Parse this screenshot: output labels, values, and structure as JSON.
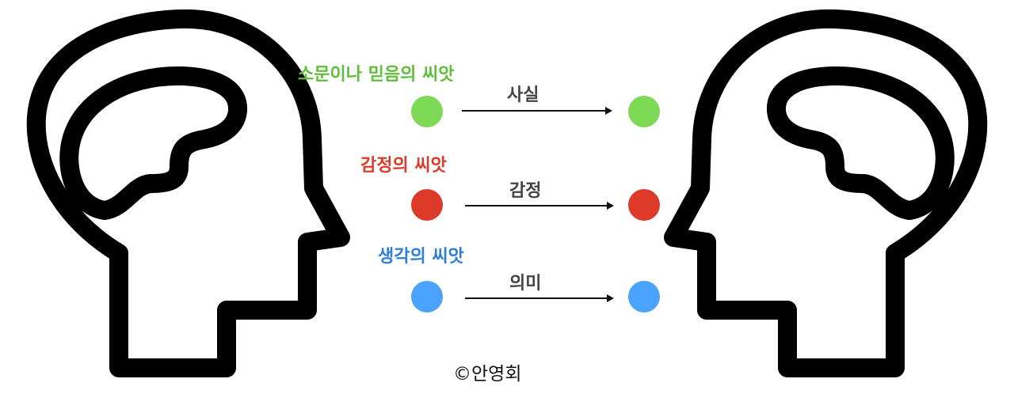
{
  "rows": [
    {
      "seed_label": "소문이나 믿음의 씨앗",
      "arrow_label": "사실",
      "color": "#7ed957"
    },
    {
      "seed_label": "감정의 씨앗",
      "arrow_label": "감정",
      "color": "#dd3a2a"
    },
    {
      "seed_label": "생각의 씨앗",
      "arrow_label": "의미",
      "color": "#4aa3ff"
    }
  ],
  "colors": {
    "green": "#7ed957",
    "red": "#dd3a2a",
    "blue": "#4aa3ff",
    "outline": "#000000",
    "arrow_label_text": "#444444"
  },
  "credit": "©안영회",
  "icons": [
    "head-with-brain-icon-left",
    "head-with-brain-icon-right"
  ]
}
